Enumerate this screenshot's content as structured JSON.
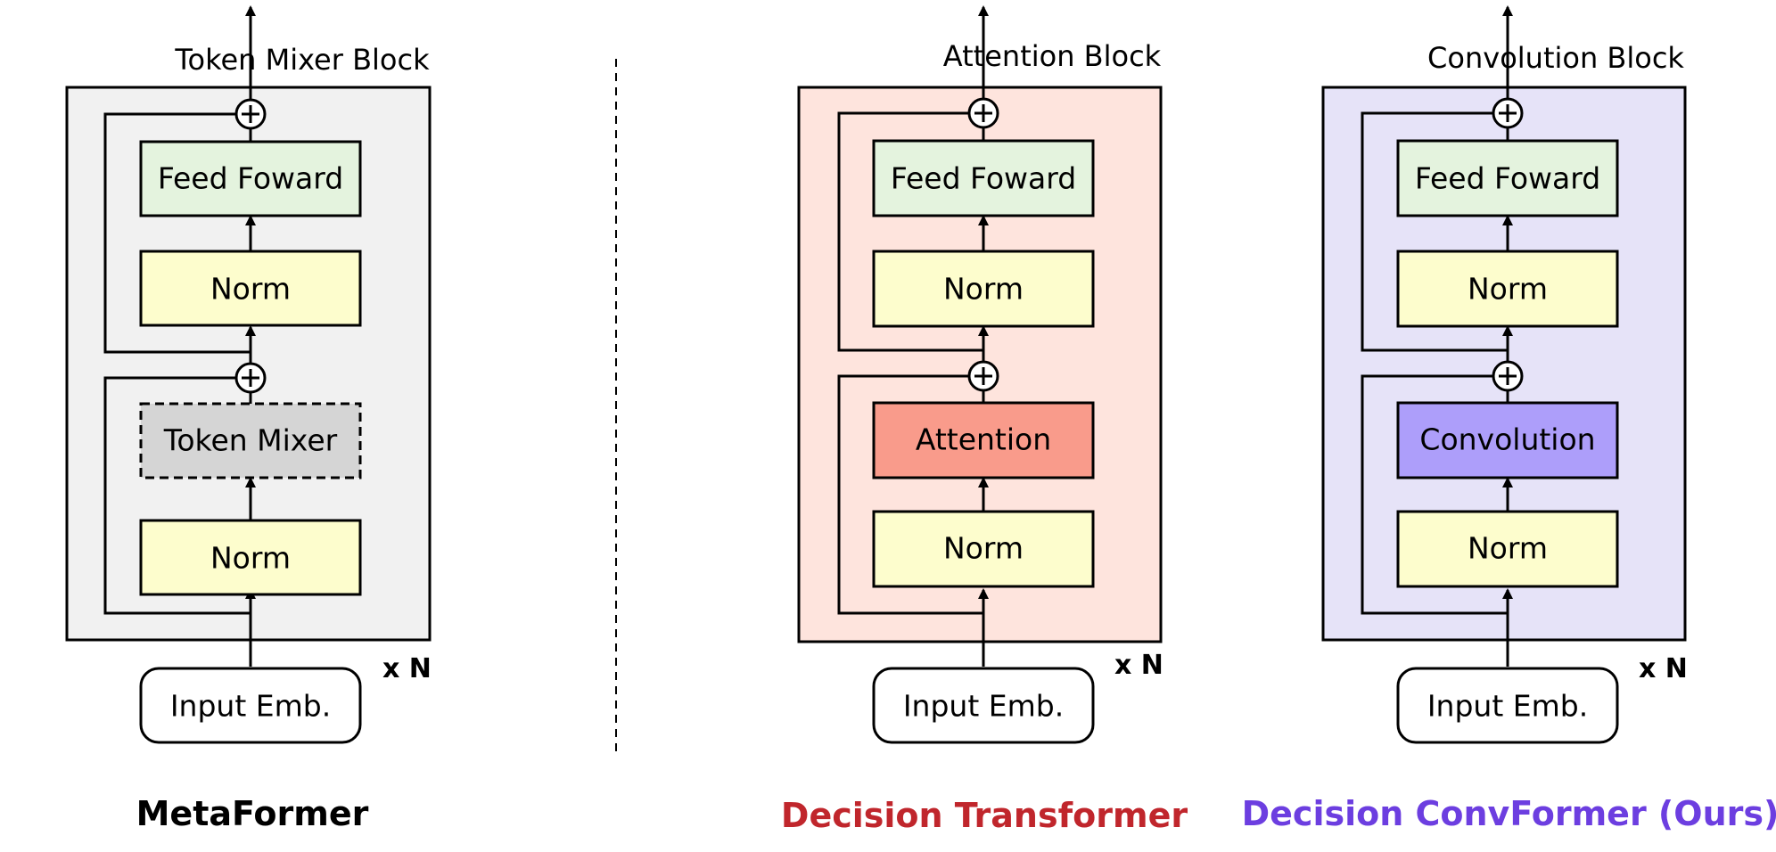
{
  "colors": {
    "metaformer_bg": "#f1f1f1",
    "attention_bg": "#fee4dd",
    "convolution_bg": "#e6e3f8",
    "feed_forward": "#e4f3de",
    "norm": "#fdfdcd",
    "token_mixer": "#d5d5d5",
    "attention": "#f99b8b",
    "convolution": "#ad9efa",
    "input": "#ffffff",
    "decision_transformer_caption": "#c0262c",
    "decision_convformer_caption": "#6c3ee0"
  },
  "columns": [
    {
      "id": "metaformer",
      "block_title": "Token Mixer Block",
      "feed_forward": "Feed Foward",
      "norm_top": "Norm",
      "mixer": "Token Mixer",
      "norm_bottom": "Norm",
      "input": "Input Emb.",
      "repeat": "x N",
      "caption": "MetaFormer",
      "mixer_style": "dashed"
    },
    {
      "id": "decision-transformer",
      "block_title": "Attention Block",
      "feed_forward": "Feed Foward",
      "norm_top": "Norm",
      "mixer": "Attention",
      "norm_bottom": "Norm",
      "input": "Input Emb.",
      "repeat": "x N",
      "caption": "Decision Transformer",
      "mixer_style": "solid"
    },
    {
      "id": "decision-convformer",
      "block_title": "Convolution Block",
      "feed_forward": "Feed Foward",
      "norm_top": "Norm",
      "mixer": "Convolution",
      "norm_bottom": "Norm",
      "input": "Input Emb.",
      "repeat": "x N",
      "caption": "Decision ConvFormer (Ours)",
      "mixer_style": "solid"
    }
  ]
}
